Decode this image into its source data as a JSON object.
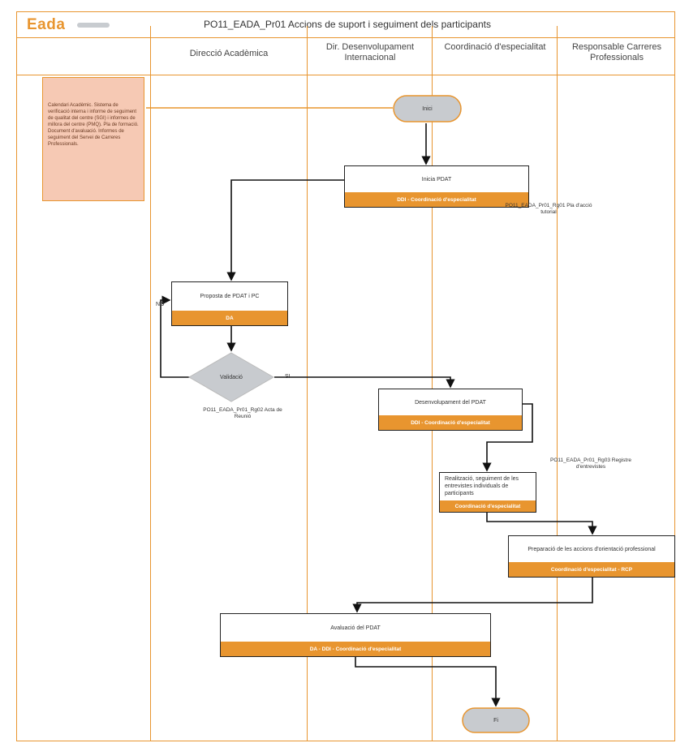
{
  "header": {
    "logo": "Eada",
    "title": "PO11_EADA_Pr01 Accions de suport i seguiment dels participants"
  },
  "lanes": [
    {
      "label": ""
    },
    {
      "label": "Direcció Acadèmica"
    },
    {
      "label": "Dir. Desenvolupament Internacional"
    },
    {
      "label": "Coordinació d'especialitat"
    },
    {
      "label": "Responsable Carreres Professionals"
    }
  ],
  "input": {
    "text": "Calendari Acadèmic. Sistema de verificació interna i informe de seguiment de qualitat del centre (SGI) i informes de millora del centre (PMQ). Pla de formació. Document d'avaluació. Informes de seguiment del Servei de Carreres Professionals."
  },
  "nodes": {
    "start": {
      "label": "Inici"
    },
    "p1": {
      "text": "Inicia PDAT",
      "role": "DDI - Coordinació d'especialitat"
    },
    "d1": {
      "text": "PO11_EADA_Pr01_Rg01 Pla d'acció tutorial"
    },
    "p2": {
      "text": "Proposta de PDAT i PC",
      "role": "DA"
    },
    "dec": {
      "text": "Validació"
    },
    "d2": {
      "text": "PO11_EADA_Pr01_Rg02 Acta de Reunió"
    },
    "p3": {
      "text": "Desenvolupament del PDAT",
      "role": "DDI - Coordinació d'especialitat"
    },
    "d3": {
      "text": "PO11_EADA_Pr01_Rg03 Registre d'entrevistes"
    },
    "p4": {
      "text": "Realització, seguiment de les entrevistes individuals de participants",
      "role": "Coordinació d'especialitat"
    },
    "p5": {
      "text": "Preparació de les accions d'orientació professional",
      "role": "Coordinació d'especialitat - RCP"
    },
    "p6": {
      "text": "Avaluació del PDAT",
      "role": "DA - DDI - Coordinació d'especialitat"
    },
    "end": {
      "label": "Fi"
    }
  },
  "flow_labels": {
    "no": "NO",
    "yes": "SI"
  }
}
